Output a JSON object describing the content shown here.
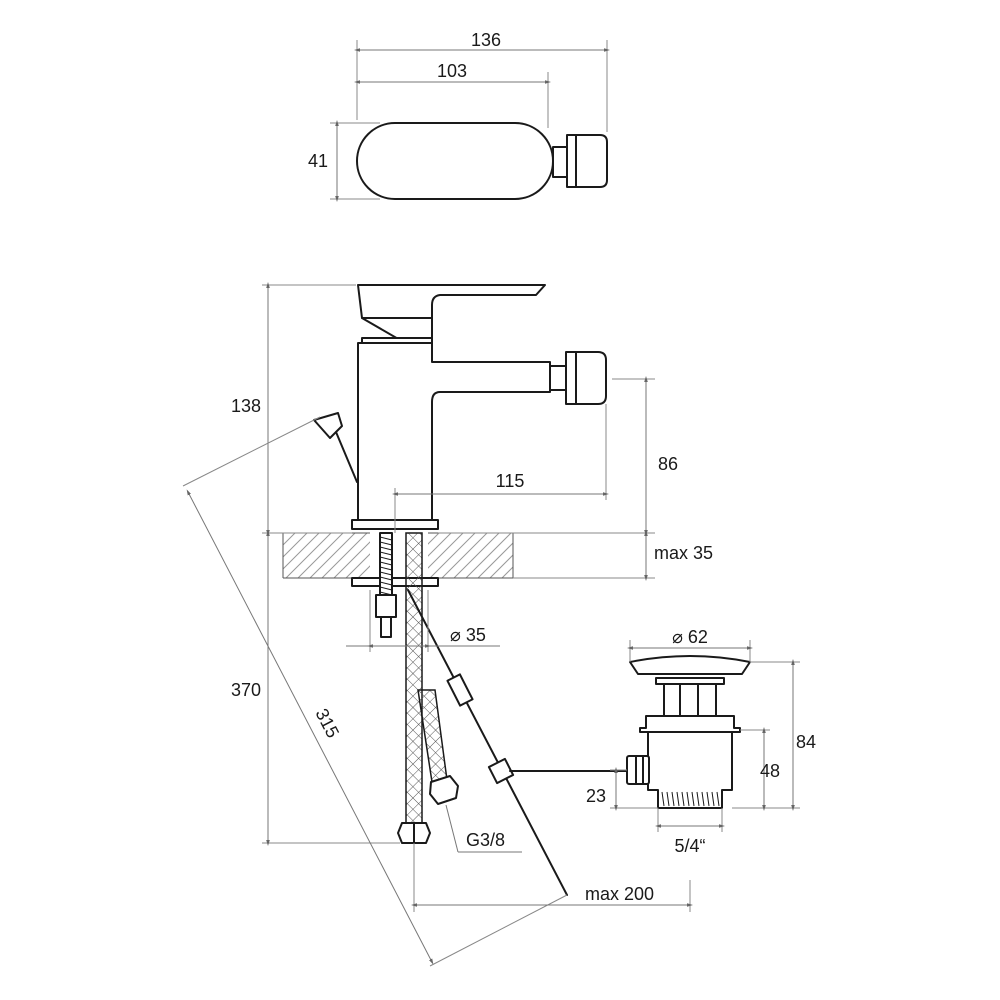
{
  "drawing": {
    "dimensions": {
      "top_overall_width": "136",
      "top_body_width": "103",
      "top_body_depth": "41",
      "side_overall_height": "138",
      "spout_reach": "115",
      "spout_height": "86",
      "countertop_max": "max 35",
      "hole_diameter": "⌀ 35",
      "hose_length": "370",
      "rod_length": "315",
      "pop_up_diameter": "⌀ 62",
      "waste_height": "84",
      "waste_body_height": "48",
      "waste_offset": "23",
      "waste_thread": "5/4“",
      "hose_connector": "G3/8",
      "rod_max": "max 200"
    }
  }
}
